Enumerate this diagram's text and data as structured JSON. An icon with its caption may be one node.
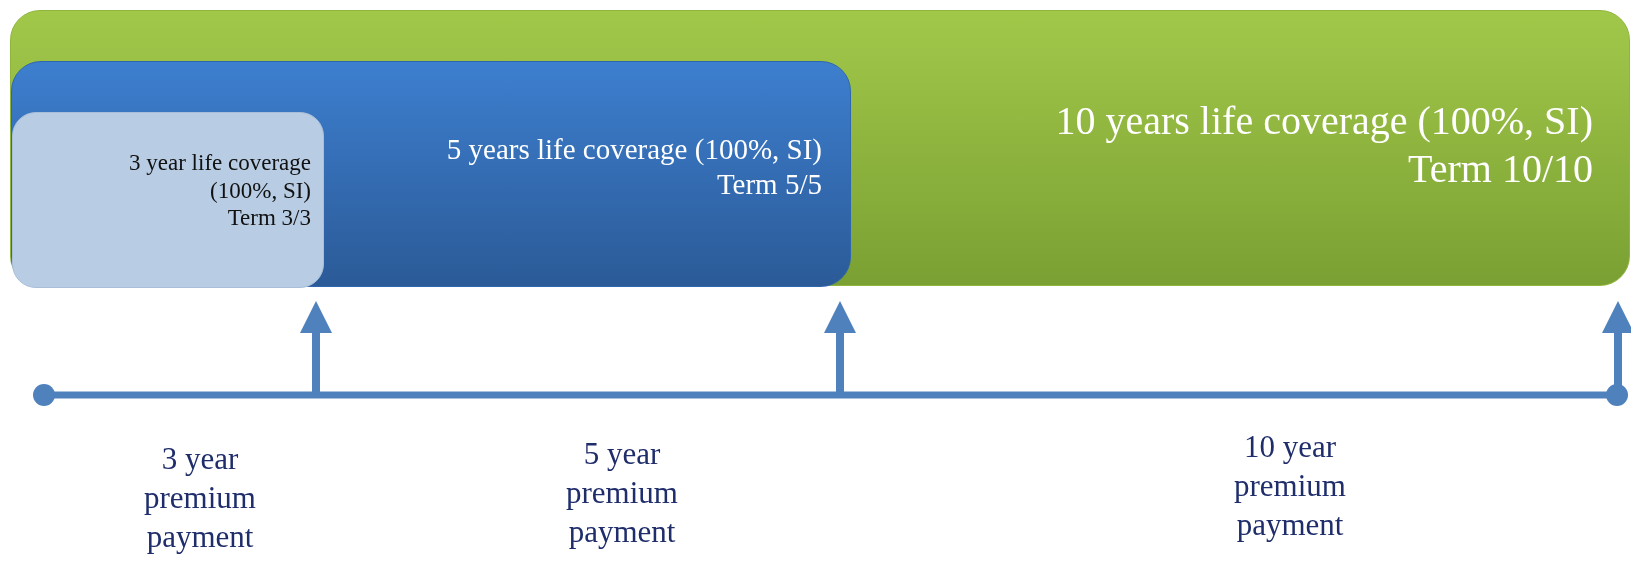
{
  "diagram": {
    "nodes": [
      {
        "text": [
          "10 years life coverage (100%, SI)",
          "Term 10/10"
        ]
      },
      {
        "text": [
          "5 years life coverage (100%, SI)",
          "Term 5/5"
        ],
        "in": 0
      },
      {
        "text": [
          "3 year life coverage (100%, SI)",
          "Term 3/3"
        ],
        "in": 1
      }
    ],
    "edges": [
      {
        "from": null,
        "to": 2,
        "arrow": "to"
      },
      {
        "from": null,
        "to": 1,
        "arrow": "to"
      },
      {
        "from": null,
        "to": 0,
        "arrow": "to"
      }
    ],
    "labels": [
      "3 year premium payment",
      "5 year premium payment",
      "10 year premium payment"
    ]
  }
}
